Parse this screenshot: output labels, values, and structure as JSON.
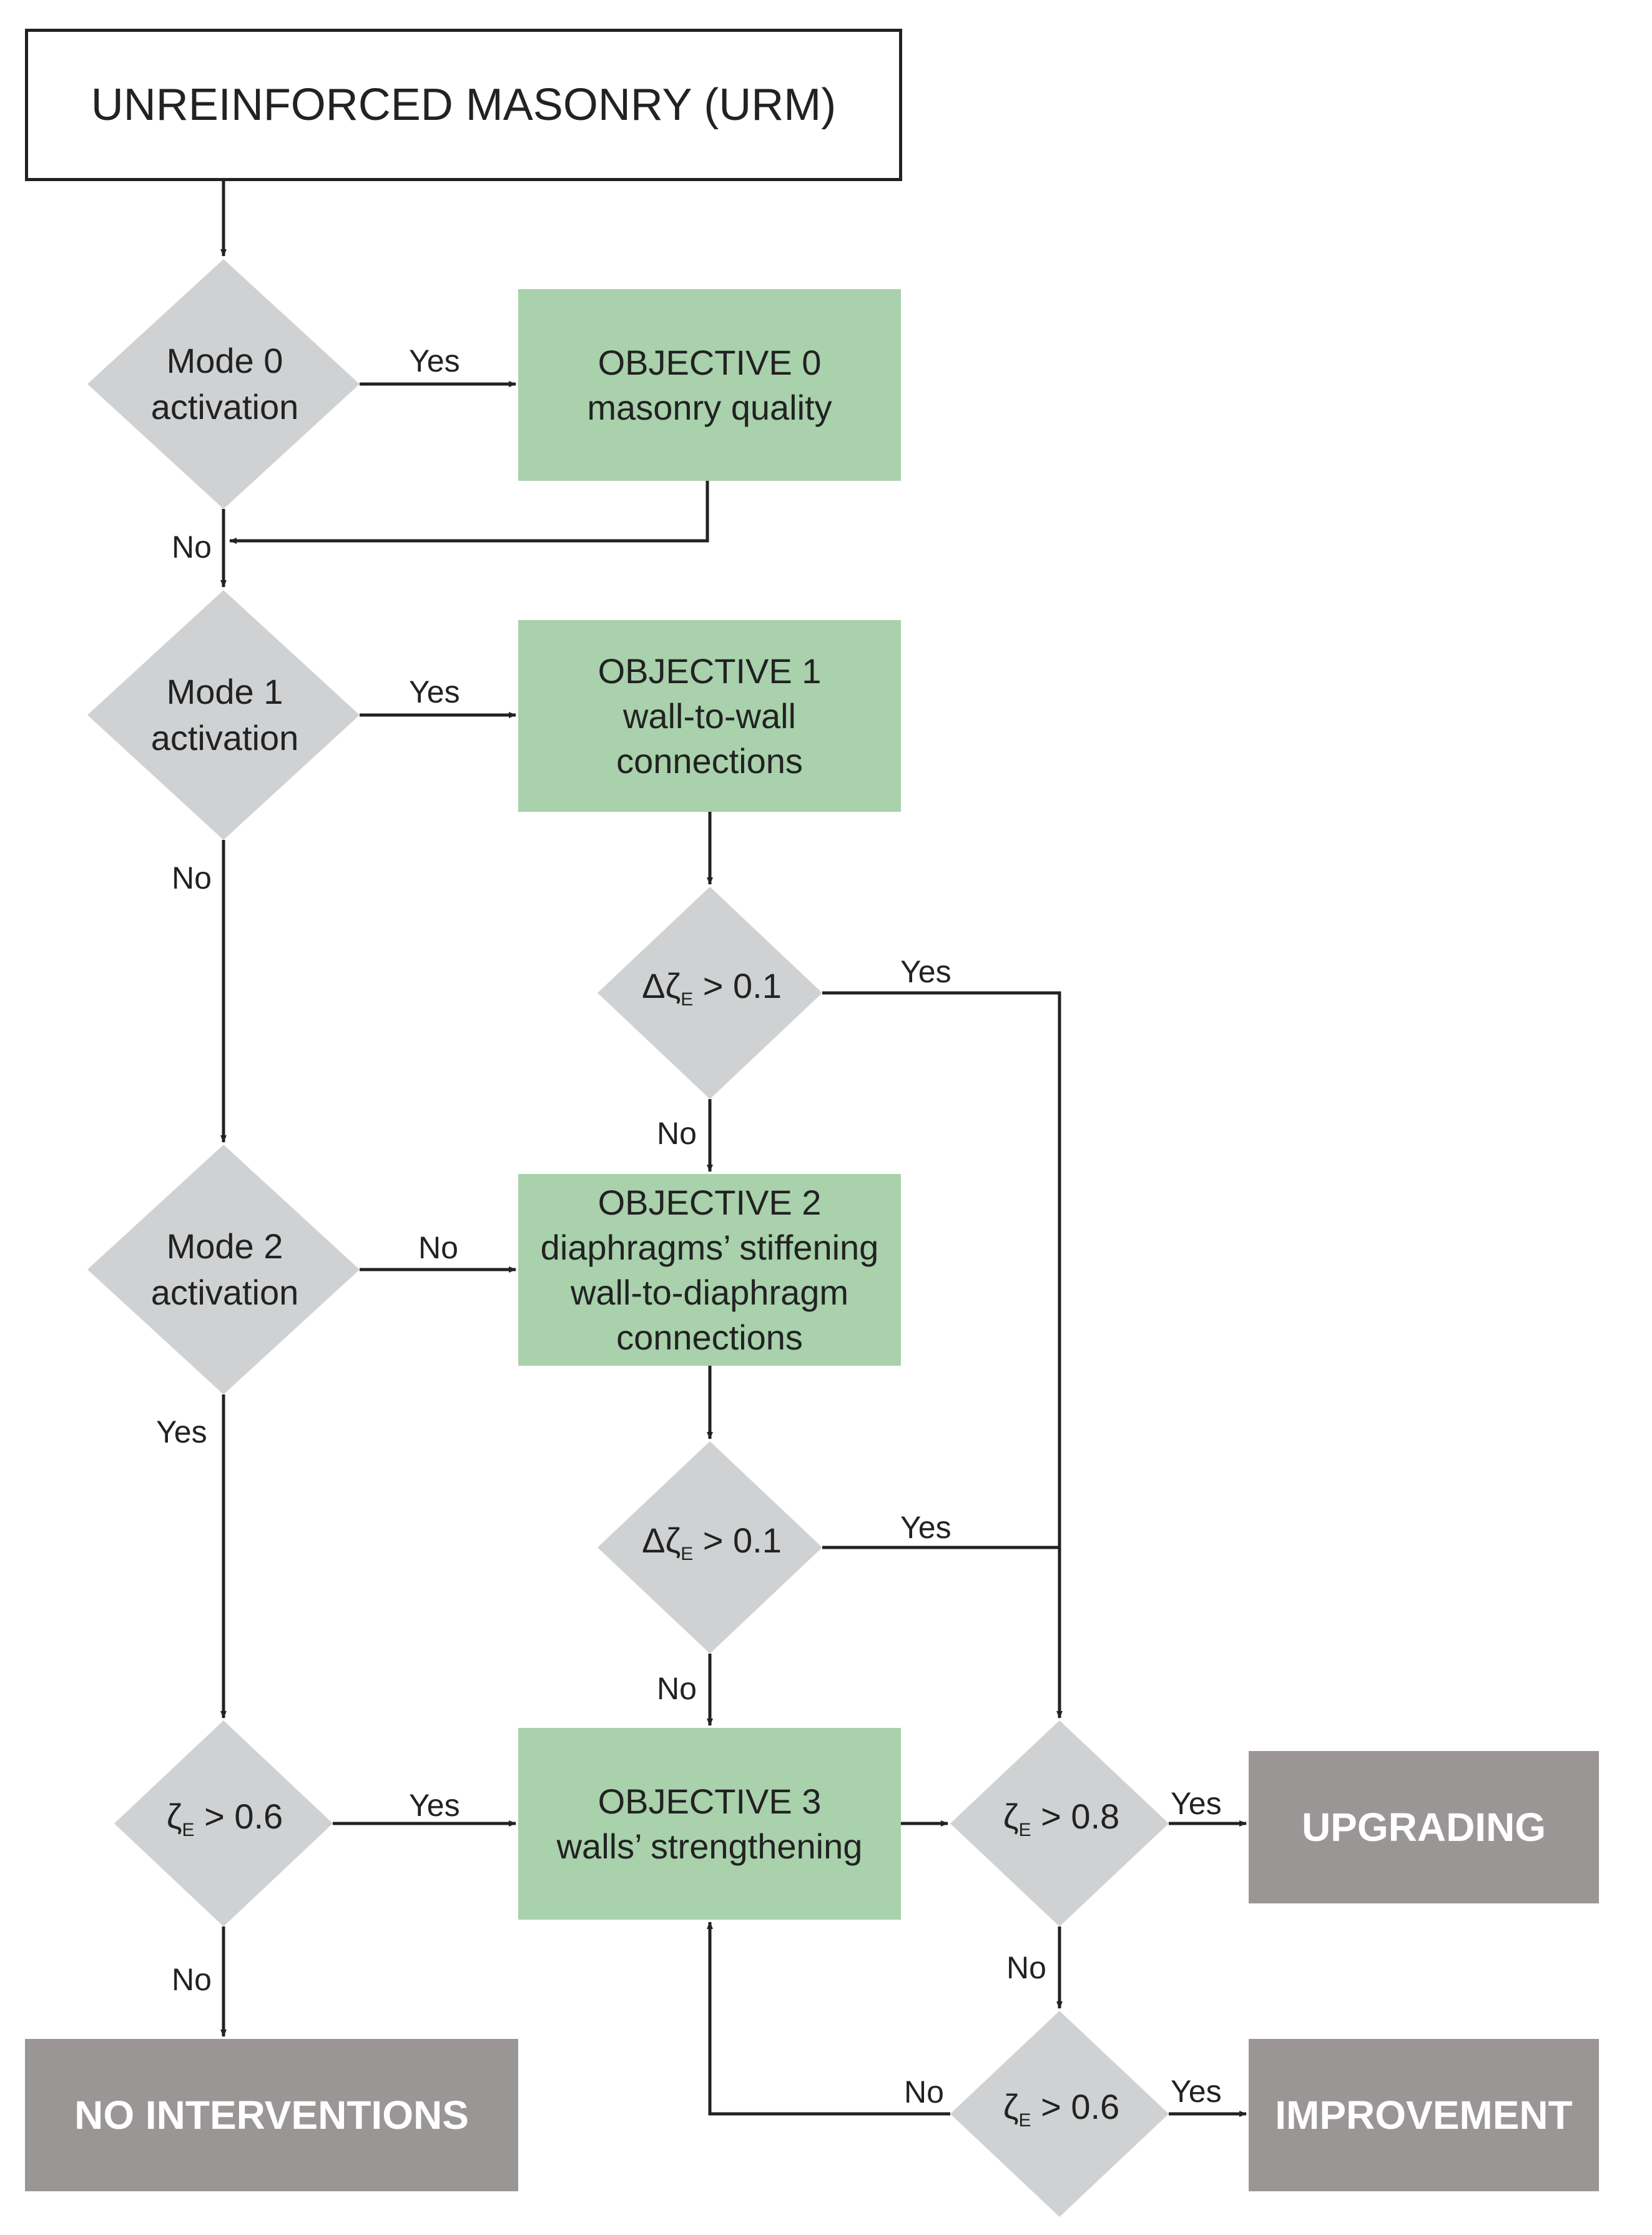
{
  "colors": {
    "decision": "#cfd1d2",
    "objective": "#a8d1ac",
    "terminal": "#9a9696",
    "line": "#222222"
  },
  "start": {
    "label": "UNREINFORCED MASONRY (URM)"
  },
  "decisions": {
    "mode0": {
      "line1": "Mode 0",
      "line2": "activation"
    },
    "mode1": {
      "line1": "Mode 1",
      "line2": "activation"
    },
    "mode2": {
      "line1": "Mode 2",
      "line2": "activation"
    },
    "delta1": {
      "sym": "Δζ",
      "sub": "E",
      "rest": " > 0.1"
    },
    "delta2": {
      "sym": "Δζ",
      "sub": "E",
      "rest": " > 0.1"
    },
    "z06a": {
      "sym": "ζ",
      "sub": "E",
      "rest": " > 0.6"
    },
    "z08": {
      "sym": "ζ",
      "sub": "E",
      "rest": " > 0.8"
    },
    "z06b": {
      "sym": "ζ",
      "sub": "E",
      "rest": " > 0.6"
    }
  },
  "objectives": {
    "obj0": {
      "line1": "OBJECTIVE 0",
      "line2": "masonry quality"
    },
    "obj1": {
      "line1": "OBJECTIVE 1",
      "line2": "wall-to-wall",
      "line3": "connections"
    },
    "obj2": {
      "line1": "OBJECTIVE 2",
      "line2": "diaphragms’ stiffening",
      "line3": "wall-to-diaphragm",
      "line4": "connections"
    },
    "obj3": {
      "line1": "OBJECTIVE 3",
      "line2": "walls’ strengthening"
    }
  },
  "terminals": {
    "upgrading": "UPGRADING",
    "improvement": "IMPROVEMENT",
    "none": "NO INTERVENTIONS"
  },
  "labels": {
    "m0_yes": "Yes",
    "m0_no": "No",
    "m1_yes": "Yes",
    "m1_no": "No",
    "d1_yes": "Yes",
    "d1_no": "No",
    "m2_no": "No",
    "m2_yes": "Yes",
    "d2_yes": "Yes",
    "d2_no": "No",
    "z06a_yes": "Yes",
    "z06a_no": "No",
    "z08_yes": "Yes",
    "z08_no": "No",
    "z06b_yes": "Yes",
    "z06b_no": "No"
  }
}
